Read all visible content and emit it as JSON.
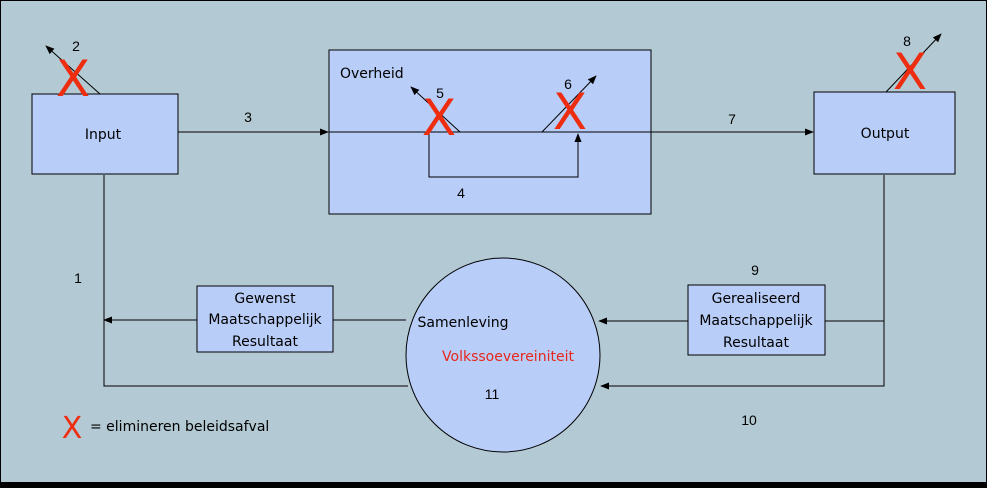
{
  "nodes": {
    "input": "Input",
    "output": "Output",
    "overheid": "Overheid",
    "gewenst": [
      "Gewenst",
      "Maatschappelijk",
      "Resultaat"
    ],
    "gerealiseerd": [
      "Gerealiseerd",
      "Maatschappelijk",
      "Resultaat"
    ],
    "samenleving": "Samenleving",
    "volkssoevereiniteit": "Volkssoevereiniteit"
  },
  "numbers": {
    "n1": "1",
    "n2": "2",
    "n3": "3",
    "n4": "4",
    "n5": "5",
    "n6": "6",
    "n7": "7",
    "n8": "8",
    "n9": "9",
    "n10": "10",
    "n11": "11"
  },
  "legend": {
    "mark": "X",
    "text": "= elimineren beleidsafval"
  },
  "colors": {
    "background": "#b3c9d3",
    "box_fill": "#b8cdf8",
    "line": "#000000",
    "x_mark": "#ee2c10",
    "highlight_text": "#e8261c"
  }
}
